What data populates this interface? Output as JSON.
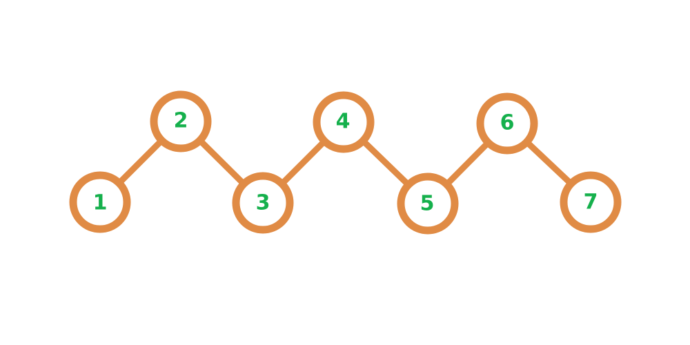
{
  "diagram": {
    "nodes": [
      {
        "id": "n1",
        "label": "1"
      },
      {
        "id": "n2",
        "label": "2"
      },
      {
        "id": "n3",
        "label": "3"
      },
      {
        "id": "n4",
        "label": "4"
      },
      {
        "id": "n5",
        "label": "5"
      },
      {
        "id": "n6",
        "label": "6"
      },
      {
        "id": "n7",
        "label": "7"
      }
    ],
    "edges": [
      {
        "from": "n1",
        "to": "n2"
      },
      {
        "from": "n2",
        "to": "n3"
      },
      {
        "from": "n3",
        "to": "n4"
      },
      {
        "from": "n4",
        "to": "n5"
      },
      {
        "from": "n5",
        "to": "n6"
      },
      {
        "from": "n6",
        "to": "n7"
      }
    ]
  },
  "colors": {
    "node_stroke": "#E08B45",
    "edge": "#E08B45",
    "label": "#15B04C",
    "background": "#FFFFFF"
  }
}
